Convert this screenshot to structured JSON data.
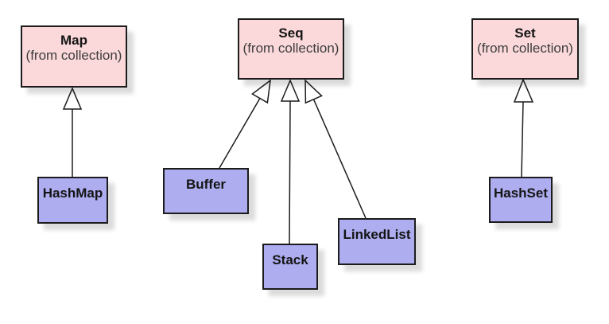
{
  "diagram": {
    "superclasses": [
      {
        "name": "Map",
        "origin": "(from collection)"
      },
      {
        "name": "Seq",
        "origin": "(from collection)"
      },
      {
        "name": "Set",
        "origin": "(from collection)"
      }
    ],
    "subclasses": [
      {
        "name": "HashMap"
      },
      {
        "name": "Buffer"
      },
      {
        "name": "Stack"
      },
      {
        "name": "LinkedList"
      },
      {
        "name": "HashSet"
      }
    ],
    "relationships": [
      {
        "from": "HashMap",
        "to": "Map",
        "type": "generalization"
      },
      {
        "from": "Buffer",
        "to": "Seq",
        "type": "generalization"
      },
      {
        "from": "Stack",
        "to": "Seq",
        "type": "generalization"
      },
      {
        "from": "LinkedList",
        "to": "Seq",
        "type": "generalization"
      },
      {
        "from": "HashSet",
        "to": "Set",
        "type": "generalization"
      }
    ]
  },
  "colors": {
    "superclass_fill": "#fbd9da",
    "subclass_fill": "#aeadf0",
    "border_color": "#1c1c1c"
  }
}
